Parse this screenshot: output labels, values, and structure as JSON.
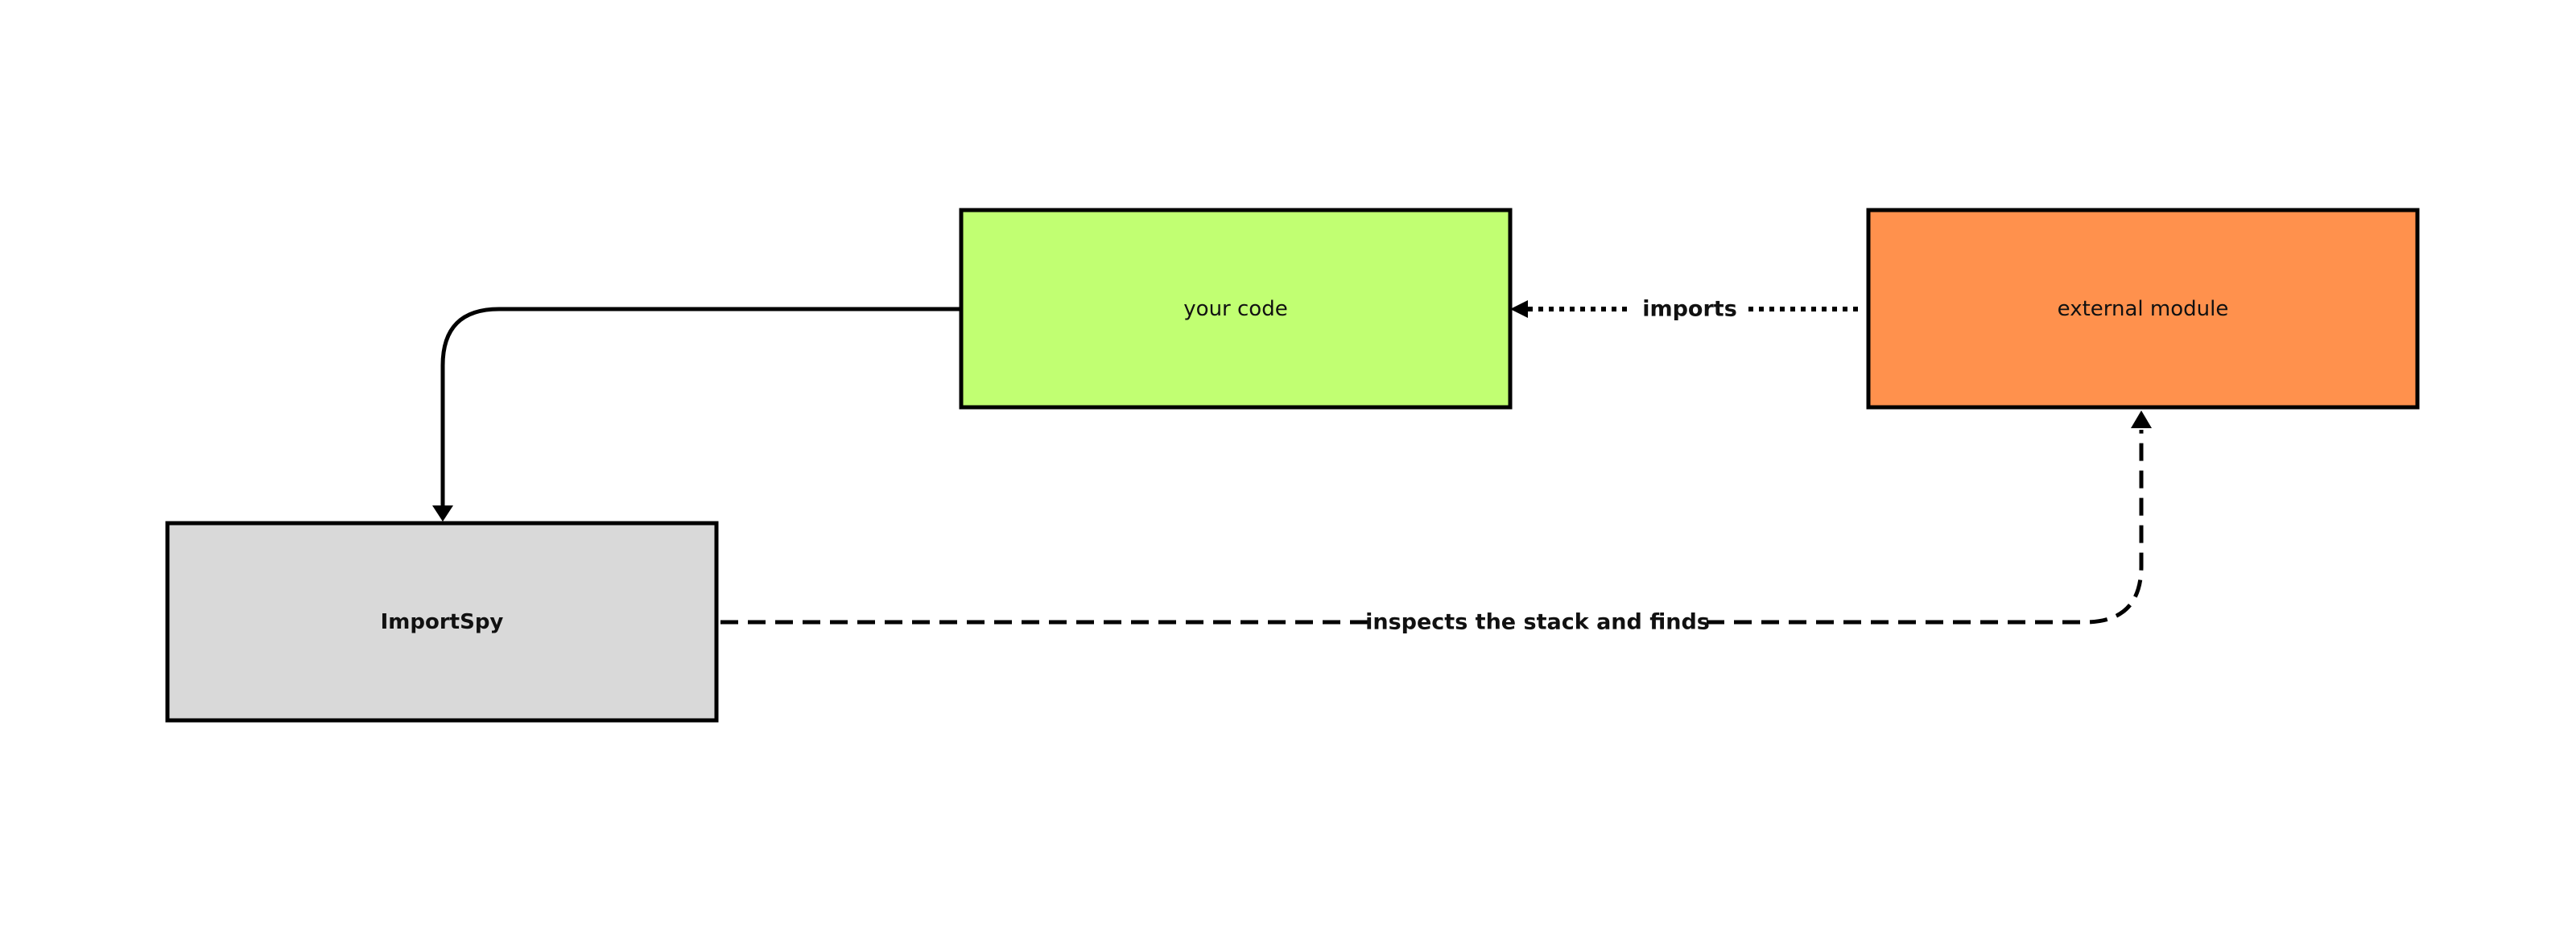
{
  "nodes": {
    "your_code": {
      "label": "your code",
      "fill": "#c1ff72"
    },
    "external_module": {
      "label": "external module",
      "fill": "#ff914d"
    },
    "importspy": {
      "label": "ImportSpy",
      "fill": "#d9d9d9"
    }
  },
  "edges": {
    "imports": {
      "label": "imports",
      "style": "dotted"
    },
    "inspects": {
      "label": "inspects the stack and finds",
      "style": "dashed"
    },
    "uses": {
      "label": "",
      "style": "solid"
    }
  },
  "colors": {
    "stroke": "#000000",
    "background": "#ffffff"
  }
}
